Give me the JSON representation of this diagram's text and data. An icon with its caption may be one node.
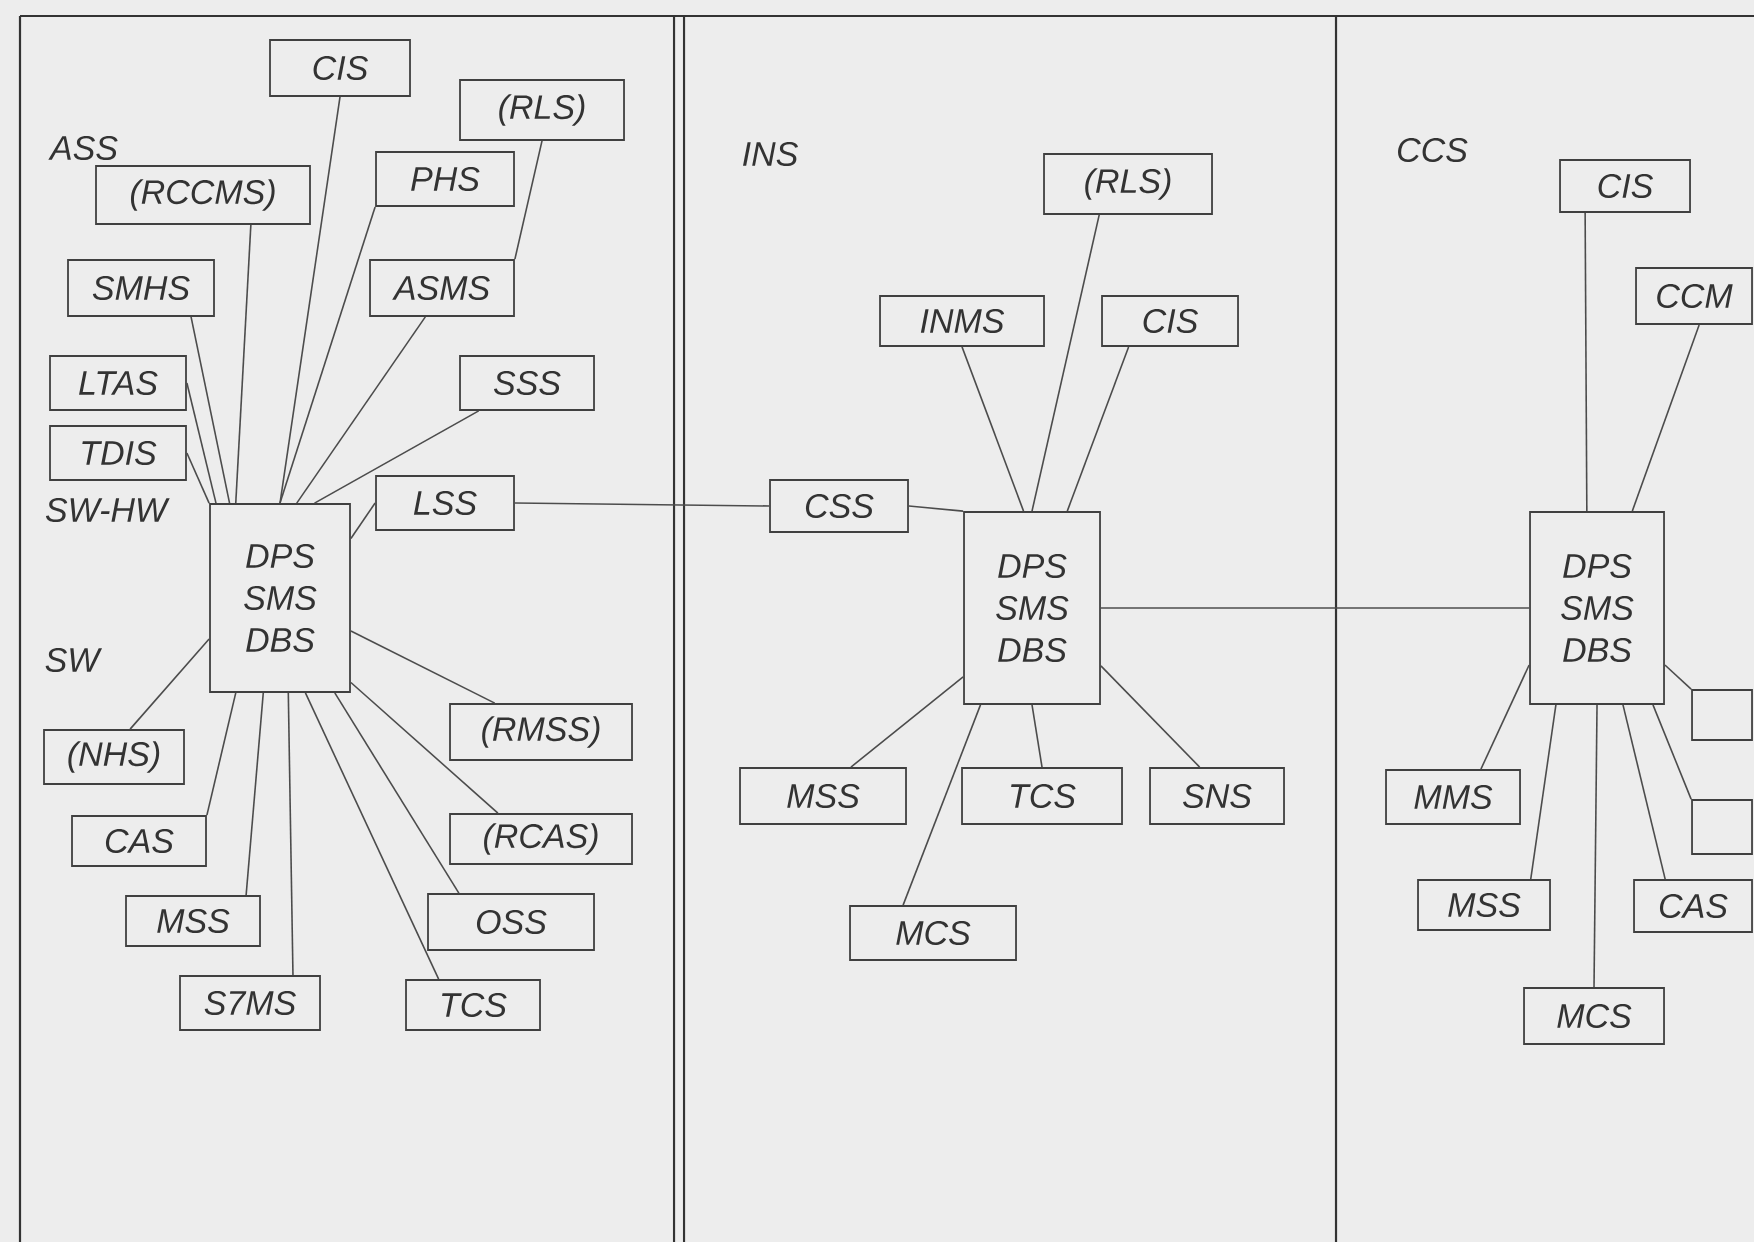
{
  "diagram": {
    "nodes": [
      {
        "text": [
          "CIS"
        ]
      },
      {
        "text": [
          "(RLS)"
        ]
      },
      {
        "text": [
          "(RCCMS)"
        ]
      },
      {
        "text": [
          "PHS"
        ]
      },
      {
        "text": [
          "SMHS"
        ]
      },
      {
        "text": [
          "ASMS"
        ]
      },
      {
        "text": [
          "LTAS"
        ]
      },
      {
        "text": [
          "SSS"
        ]
      },
      {
        "text": [
          "TDIS"
        ]
      },
      {
        "text": [
          "LSS"
        ]
      },
      {
        "text": [
          "DPS",
          "SMS",
          "DBS"
        ]
      },
      {
        "text": [
          "(NHS)"
        ]
      },
      {
        "text": [
          "CAS"
        ]
      },
      {
        "text": [
          "MSS"
        ]
      },
      {
        "text": [
          "S7MS"
        ]
      },
      {
        "text": [
          "(RMSS)"
        ]
      },
      {
        "text": [
          "(RCAS)"
        ]
      },
      {
        "text": [
          "OSS"
        ]
      },
      {
        "text": [
          "TCS"
        ]
      },
      {
        "text": [
          "(RLS)"
        ]
      },
      {
        "text": [
          "INMS"
        ]
      },
      {
        "text": [
          "CIS"
        ]
      },
      {
        "text": [
          "CSS"
        ]
      },
      {
        "text": [
          "DPS",
          "SMS",
          "DBS"
        ]
      },
      {
        "text": [
          "MSS"
        ]
      },
      {
        "text": [
          "TCS"
        ]
      },
      {
        "text": [
          "SNS"
        ]
      },
      {
        "text": [
          "MCS"
        ]
      },
      {
        "text": [
          "CIS"
        ]
      },
      {
        "text": [
          "CCM"
        ]
      },
      {
        "text": [
          "DPS",
          "SMS",
          "DBS"
        ]
      },
      {
        "text": [],
        "shape": "box"
      },
      {
        "text": [
          "MMS"
        ]
      },
      {
        "text": [],
        "shape": "box"
      },
      {
        "text": [
          "MSS"
        ]
      },
      {
        "text": [
          "CAS"
        ]
      },
      {
        "text": [
          "MCS"
        ]
      }
    ],
    "edges": [
      {
        "from": 10,
        "to": 0,
        "arrow": "none"
      },
      {
        "from": 5,
        "to": 1,
        "arrow": "none"
      },
      {
        "from": 10,
        "to": 2,
        "arrow": "none"
      },
      {
        "from": 10,
        "to": 3,
        "arrow": "none"
      },
      {
        "from": 10,
        "to": 4,
        "arrow": "none"
      },
      {
        "from": 10,
        "to": 5,
        "arrow": "none"
      },
      {
        "from": 10,
        "to": 6,
        "arrow": "none"
      },
      {
        "from": 10,
        "to": 7,
        "arrow": "none"
      },
      {
        "from": 10,
        "to": 8,
        "arrow": "none"
      },
      {
        "from": 10,
        "to": 9,
        "arrow": "none"
      },
      {
        "from": 10,
        "to": 11,
        "arrow": "none"
      },
      {
        "from": 10,
        "to": 12,
        "arrow": "none"
      },
      {
        "from": 10,
        "to": 13,
        "arrow": "none"
      },
      {
        "from": 10,
        "to": 14,
        "arrow": "none"
      },
      {
        "from": 10,
        "to": 15,
        "arrow": "none"
      },
      {
        "from": 10,
        "to": 16,
        "arrow": "none"
      },
      {
        "from": 10,
        "to": 17,
        "arrow": "none"
      },
      {
        "from": 10,
        "to": 18,
        "arrow": "none"
      },
      {
        "from": 9,
        "to": 22,
        "arrow": "none"
      },
      {
        "from": 23,
        "to": 19,
        "arrow": "none"
      },
      {
        "from": 23,
        "to": 20,
        "arrow": "none"
      },
      {
        "from": 23,
        "to": 21,
        "arrow": "none"
      },
      {
        "from": 23,
        "to": 22,
        "arrow": "none"
      },
      {
        "from": 23,
        "to": 24,
        "arrow": "none"
      },
      {
        "from": 23,
        "to": 25,
        "arrow": "none"
      },
      {
        "from": 23,
        "to": 26,
        "arrow": "none"
      },
      {
        "from": 23,
        "to": 27,
        "arrow": "none"
      },
      {
        "from": 23,
        "to": 30,
        "arrow": "none"
      },
      {
        "from": 30,
        "to": 28,
        "arrow": "none"
      },
      {
        "from": 30,
        "to": 29,
        "arrow": "none"
      },
      {
        "from": 30,
        "to": 31,
        "arrow": "none"
      },
      {
        "from": 30,
        "to": 32,
        "arrow": "none"
      },
      {
        "from": 30,
        "to": 33,
        "arrow": "none"
      },
      {
        "from": 30,
        "to": 34,
        "arrow": "none"
      },
      {
        "from": 30,
        "to": 35,
        "arrow": "none"
      },
      {
        "from": 30,
        "to": 36,
        "arrow": "none"
      }
    ],
    "labels": [
      "ASS",
      "SW-HW",
      "SW",
      "INS",
      "CCS"
    ]
  }
}
